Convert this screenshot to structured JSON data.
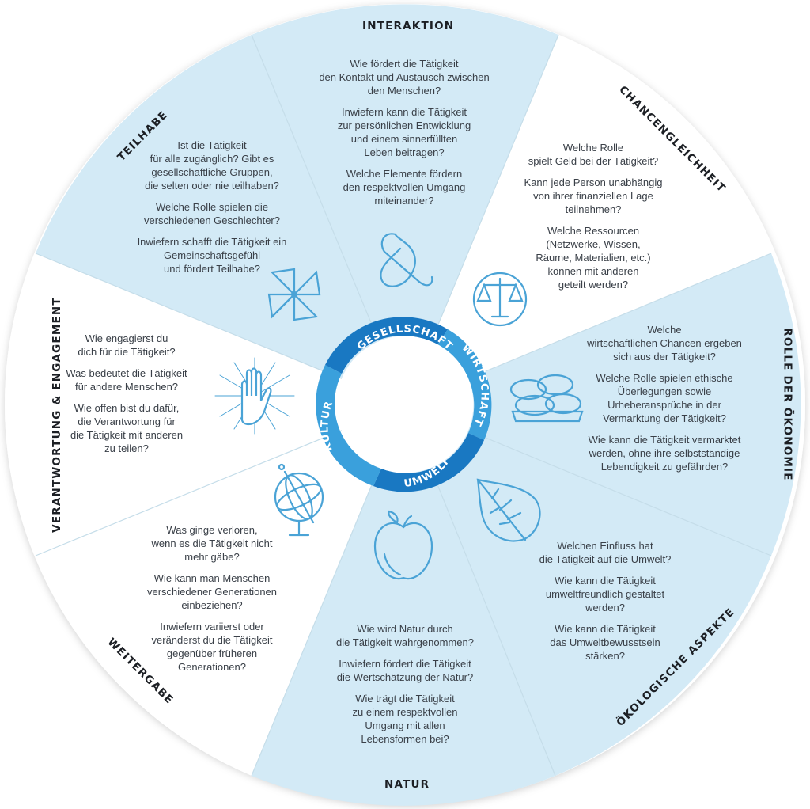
{
  "colors": {
    "light_sector": "#d3eaf6",
    "white_sector": "#ffffff",
    "ring_light": "#3aa0dc",
    "ring_dark": "#1978c2",
    "icon": "#4aa3d6",
    "divider": "#c5dde9"
  },
  "center_ring": {
    "gesellschaft": "GESELLSCHAFT",
    "wirtschaft": "WIRTSCHAFT",
    "umwelt": "UMWELT",
    "kultur": "KULTUR"
  },
  "sectors": {
    "interaktion": {
      "label": "INTERAKTION",
      "icon": "ampersand-icon",
      "questions": [
        "Wie fördert die Tätigkeit\nden Kontakt und Austausch zwischen\nden Menschen?",
        "Inwiefern kann die Tätigkeit\nzur persönlichen Entwicklung\nund einem sinnerfüllten\nLeben beitragen?",
        "Welche Elemente fördern\nden respektvollen Umgang\nmiteinander?"
      ]
    },
    "chancengleichheit": {
      "label": "CHANCENGLEICHHEIT",
      "icon": "scales-icon",
      "questions": [
        "Welche Rolle\nspielt Geld bei der Tätigkeit?",
        "Kann jede Person unabhängig\nvon ihrer finanziellen Lage\nteilnehmen?",
        "Welche Ressourcen\n(Netzwerke, Wissen,\nRäume, Materialien, etc.)\nkönnen mit anderen\ngeteilt werden?"
      ]
    },
    "rolle_der_oekonomie": {
      "label": "ROLLE DER ÖKONOMIE",
      "icon": "coins-icon",
      "questions": [
        "Welche\nwirtschaftlichen Chancen ergeben\nsich aus der Tätigkeit?",
        "Welche Rolle spielen ethische\nÜberlegungen sowie\nUrheberansprüche in der\nVermarktung der Tätigkeit?",
        "Wie kann die Tätigkeit vermarktet\nwerden, ohne ihre selbstständige\nLebendigkeit zu gefährden?"
      ]
    },
    "oekologische_aspekte": {
      "label": "ÖKOLOGISCHE ASPEKTE",
      "icon": "leaf-icon",
      "questions": [
        "Welchen Einfluss hat\ndie Tätigkeit auf die Umwelt?",
        "Wie kann die Tätigkeit\numweltfreundlich gestaltet\nwerden?",
        "Wie kann die Tätigkeit\ndas Umweltbewusstsein\nstärken?"
      ]
    },
    "natur": {
      "label": "NATUR",
      "icon": "apple-icon",
      "questions": [
        "Wie wird Natur durch\ndie Tätigkeit wahrgenommen?",
        "Inwiefern fördert die Tätigkeit\ndie Wertschätzung der Natur?",
        "Wie trägt die Tätigkeit\nzu einem respektvollen\nUmgang mit allen\nLebensformen bei?"
      ]
    },
    "weitergabe": {
      "label": "WEITERGABE",
      "icon": "armillary-sphere-icon",
      "questions": [
        "Was ginge verloren,\nwenn es die Tätigkeit nicht\nmehr gäbe?",
        "Wie kann man Menschen\nverschiedener Generationen\neinbeziehen?",
        "Inwiefern variierst oder\nveränderst du die Tätigkeit\ngegenüber früheren\nGenerationen?"
      ]
    },
    "verantwortung": {
      "label": "VERANTWORTUNG & ENGAGEMENT",
      "icon": "radiant-hand-icon",
      "questions": [
        "Wie engagierst du\ndich für die Tätigkeit?",
        "Was bedeutet die Tätigkeit\nfür andere Menschen?",
        "Wie offen bist du dafür,\ndie Verantwortung für\ndie Tätigkeit mit anderen\nzu teilen?"
      ]
    },
    "teilhabe": {
      "label": "TEILHABE",
      "icon": "pinwheel-icon",
      "questions": [
        "Ist die Tätigkeit\nfür alle zugänglich? Gibt es\ngesellschaftliche Gruppen,\ndie selten oder nie teilhaben?",
        "Welche Rolle spielen die\nverschiedenen Geschlechter?",
        "Inwiefern schafft die Tätigkeit ein\nGemeinschaftsgefühl\nund fördert Teilhabe?"
      ]
    }
  }
}
